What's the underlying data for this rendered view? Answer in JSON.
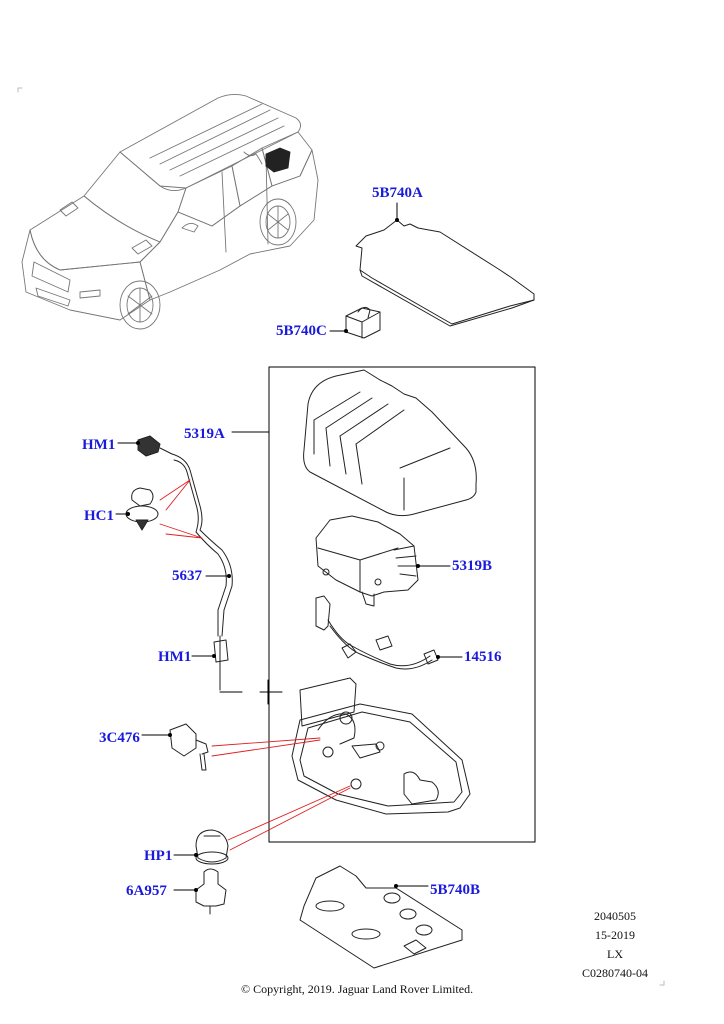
{
  "diagram": {
    "type": "parts-exploded-view",
    "accent_label_color": "#1a1adc",
    "leader_color": "#000000",
    "reference_line_color": "#e02020",
    "callouts": [
      {
        "id": "5B740A",
        "label": "5B740A",
        "part": "floor-panel-cover"
      },
      {
        "id": "5B740C",
        "label": "5B740C",
        "part": "clip-block"
      },
      {
        "id": "5319A",
        "label": "5319A",
        "part": "compressor-assembly-box"
      },
      {
        "id": "HM1-top",
        "label": "HM1",
        "part": "hose-connector-top"
      },
      {
        "id": "HC1",
        "label": "HC1",
        "part": "hose-clip"
      },
      {
        "id": "5637",
        "label": "5637",
        "part": "air-pipe"
      },
      {
        "id": "HM1-bottom",
        "label": "HM1",
        "part": "hose-connector-bottom"
      },
      {
        "id": "5319B",
        "label": "5319B",
        "part": "compressor"
      },
      {
        "id": "14516",
        "label": "14516",
        "part": "wiring-harness"
      },
      {
        "id": "3C476",
        "label": "3C476",
        "part": "valve"
      },
      {
        "id": "HP1",
        "label": "HP1",
        "part": "mount-cap"
      },
      {
        "id": "6A957",
        "label": "6A957",
        "part": "mounting-isolator"
      },
      {
        "id": "5B740B",
        "label": "5B740B",
        "part": "insulation-pad"
      }
    ]
  },
  "info_block": {
    "lines": [
      "2040505",
      "15-2019",
      "LX",
      "C0280740-04"
    ]
  },
  "footer": {
    "copyright": "© Copyright, 2019. Jaguar Land Rover Limited."
  }
}
